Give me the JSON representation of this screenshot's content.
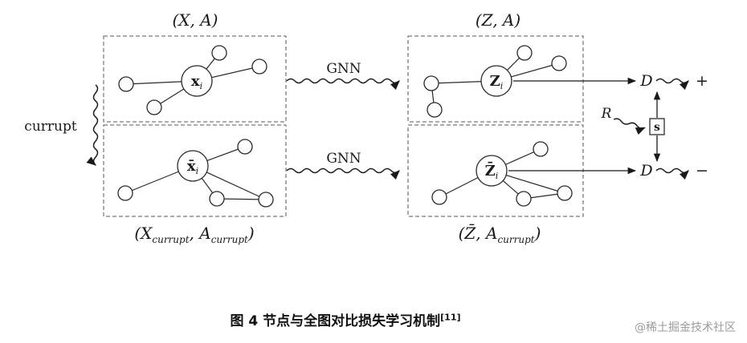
{
  "colors": {
    "ink": "#1a1a1a",
    "muted": "#9b9b9b"
  },
  "caption": {
    "text": "图 4 节点与全图对比损失学习机制",
    "ref": "[11]"
  },
  "watermark": "@稀土掘金技术社区",
  "labels": {
    "corrupt_arrow": "currupt",
    "gnn_top": "GNN",
    "gnn_bottom": "GNN",
    "pair_xa": "(X, A)",
    "pair_za": "(Z, A)",
    "pair_x_corrupt": {
      "a": "(X",
      "sub_a": "currupt",
      "b": ", A",
      "sub_b": "currupt",
      "c": ")"
    },
    "pair_z_corrupt": {
      "a": "(Z̄, A",
      "sub_a": "currupt",
      "b": ")"
    },
    "discriminator_top": "D",
    "discriminator_bottom": "D",
    "readout": "R",
    "summary": "s",
    "positive": "+",
    "negative": "−"
  },
  "node_labels": {
    "x": {
      "main": "x",
      "sub": "i"
    },
    "x_corrupt": {
      "main": "x̄",
      "sub": "i"
    },
    "z": {
      "main": "Z",
      "sub": "i"
    },
    "z_corrupt": {
      "main": "Z̄",
      "sub": "i"
    }
  }
}
